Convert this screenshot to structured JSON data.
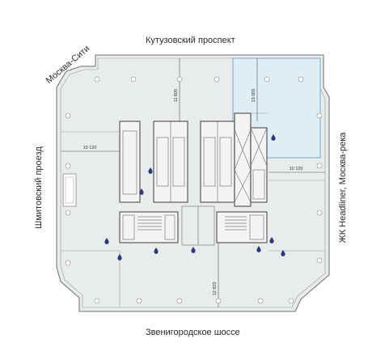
{
  "streets": {
    "north": "Кутузовский проспект",
    "south": "Звенигородское шоссе",
    "west": "Шмитовский проезд",
    "east": "ЖК Headliner, Москва-река",
    "northwest": "Москва-Сити"
  },
  "dimensions": {
    "d1": "11 605",
    "d2": "13 005",
    "d3": "10 120",
    "d4": "10 120",
    "d5": "12 925"
  },
  "colors": {
    "floor_fill": "#e9ecec",
    "highlight_fill": "#dfedf5",
    "highlight_stroke": "#7aa6bf",
    "core_fill": "#f4f4f4",
    "marker": "#2a3a7a"
  },
  "icons": {
    "marker": "water-drop-icon"
  }
}
